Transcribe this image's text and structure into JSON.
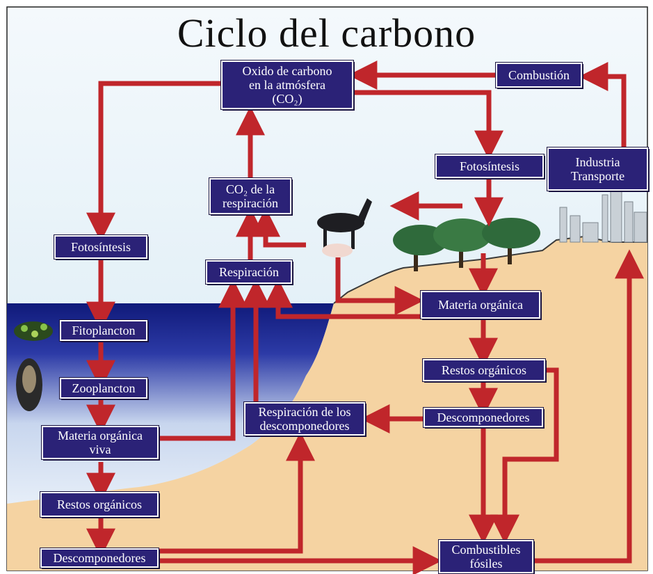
{
  "title": "Ciclo del carbono",
  "colors": {
    "box_fill": "#2b2277",
    "arrow": "#c0262b",
    "sky": "#dfeef6",
    "sea": "#1a1f8c",
    "land": "#f5d3a2"
  },
  "boxes": {
    "atmosfera": "Oxido de carbono\nen la atmósfera\n(CO₂)",
    "combustion": "Combustión",
    "industria": "Industria\nTransporte",
    "fotosintesis_tierra": "Fotosíntesis",
    "co2_respiracion": "CO₂ de la\nrespiración",
    "respiracion": "Respiración",
    "fotosintesis_mar": "Fotosíntesis",
    "fitoplancton": "Fitoplancton",
    "zooplancton": "Zooplancton",
    "materia_viva": "Materia orgánica\nviva",
    "restos_mar": "Restos orgánicos",
    "descomponedores_mar": "Descomponedores",
    "materia_organica": "Materia orgánica",
    "restos_tierra": "Restos orgánicos",
    "descomponedores_tierra": "Descomponedores",
    "respiracion_descomponedores": "Respiración de los\ndescomponedores",
    "combustibles": "Combustibles\nfósiles"
  },
  "illustrations": [
    "horse",
    "pig",
    "trees",
    "factory",
    "phytoplankton",
    "zooplankton"
  ]
}
